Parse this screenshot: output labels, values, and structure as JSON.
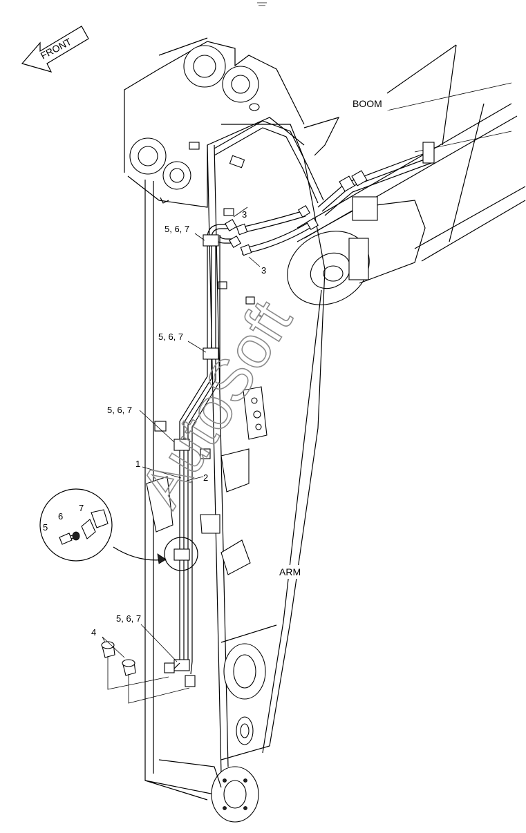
{
  "direction": {
    "text": "FRONT"
  },
  "labels": {
    "boom": "BOOM",
    "arm": "ARM"
  },
  "callouts": {
    "c1": "1",
    "c2": "2",
    "c3a": "3",
    "c3b": "3",
    "c4": "4",
    "c5": "5",
    "c6": "6",
    "c7": "7",
    "c567a": "5, 6, 7",
    "c567b": "5, 6, 7",
    "c567c": "5, 6, 7",
    "c567d": "5, 6, 7"
  },
  "watermark": {
    "text": "AutoSoft"
  }
}
